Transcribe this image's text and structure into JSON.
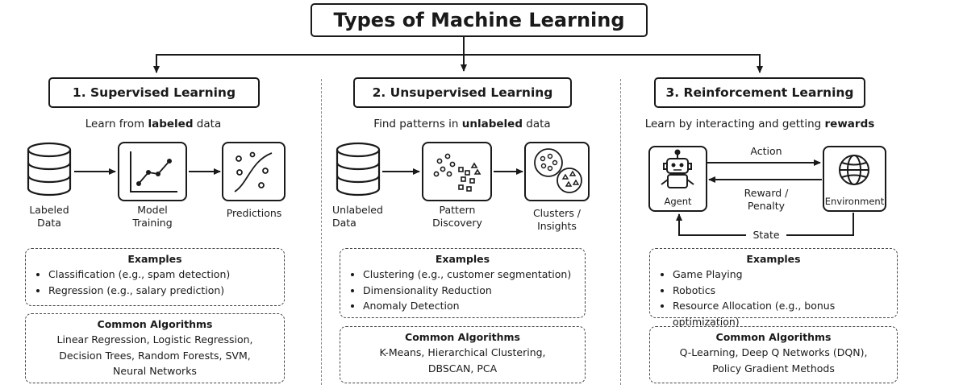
{
  "title": "Types of Machine Learning",
  "columns": [
    {
      "header": "1. Supervised Learning",
      "subtitle": {
        "pre": "Learn from ",
        "bold": "labeled",
        "post": " data"
      },
      "steps": [
        "Labeled\nData",
        "Model\nTraining",
        "Predictions"
      ],
      "examples_title": "Examples",
      "examples": [
        "Classification  (e.g., spam detection)",
        "Regression  (e.g., salary prediction)"
      ],
      "algorithms_title": "Common Algorithms",
      "algorithms": [
        "Linear Regression, Logistic Regression,",
        "Decision Trees, Random Forests, SVM,",
        "Neural Networks"
      ]
    },
    {
      "header": "2. Unsupervised Learning",
      "subtitle": {
        "pre": "Find patterns in ",
        "bold": "unlabeled",
        "post": " data"
      },
      "steps": [
        "Unlabeled\nData",
        "Pattern\nDiscovery",
        "Clusters /\nInsights"
      ],
      "examples_title": "Examples",
      "examples": [
        "Clustering (e.g., customer segmentation)",
        "Dimensionality Reduction",
        "Anomaly Detection"
      ],
      "algorithms_title": "Common Algorithms",
      "algorithms": [
        "K-Means, Hierarchical Clustering,",
        "DBSCAN, PCA"
      ]
    },
    {
      "header": "3. Reinforcement Learning",
      "subtitle": {
        "pre": "Learn by interacting and getting ",
        "bold": "rewards",
        "post": ""
      },
      "agent": "Agent",
      "environment": "Environment",
      "action": "Action",
      "reward": "Reward /\nPenalty",
      "state": "State",
      "examples_title": "Examples",
      "examples": [
        "Game Playing",
        "Robotics",
        "Resource Allocation (e.g., bonus optimization)"
      ],
      "algorithms_title": "Common Algorithms",
      "algorithms": [
        "Q-Learning, Deep Q Networks (DQN),",
        "Policy Gradient Methods"
      ]
    }
  ],
  "icons": [
    "database-icon",
    "line-chart-icon",
    "scatter-prediction-icon",
    "scatter-dots-icon",
    "clusters-icon",
    "robot-icon",
    "globe-icon",
    "arrow-icon"
  ]
}
